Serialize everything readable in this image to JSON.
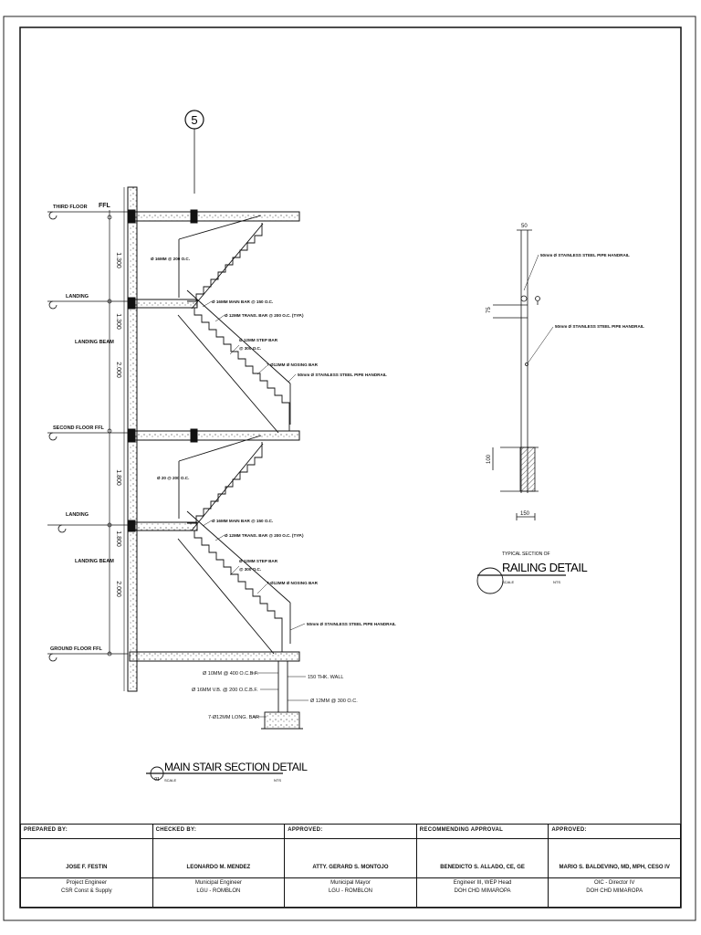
{
  "section_marker": "5",
  "levels": {
    "third_floor": "THIRD FLOOR",
    "ffl": "FFL",
    "landing_upper": "LANDING",
    "landing_beam_upper": "LANDING BEAM",
    "second_floor": "SECOND FLOOR FFL",
    "landing_lower": "LANDING",
    "landing_beam_lower": "LANDING BEAM",
    "ground_floor": "GROUND FLOOR FFL"
  },
  "dims": {
    "d1": "1.300",
    "d2": "1.300",
    "d3": "2.000",
    "d4": "1.800",
    "d5": "1.800",
    "d6": "2.000"
  },
  "notes_upper": {
    "main_bar_top": "Ø 16MM @ 200 O.C.",
    "main_bar": "Ø 16MM MAIN BAR @ 150 O.C.",
    "trans_bar": "Ø 12MM TRANS. BAR @ 200 O.C. (TYP.)",
    "step_bar": "Ø 12MM STEP BAR",
    "step_bar_oc": "@ 300 O.C.",
    "nosing_bar": "7-Ø12MM Ø NOSING BAR",
    "handrail": "50mm Ø STAINLESS STEEL PIPE HANDRAIL"
  },
  "notes_lower": {
    "main_bar_top": "Ø 20 @ 200 O.C.",
    "main_bar": "Ø 16MM MAIN BAR @ 150 O.C.",
    "trans_bar": "Ø 12MM TRANS. BAR @ 200 O.C. (TYP.)",
    "step_bar": "Ø 12MM STEP BAR",
    "step_bar_oc": "@ 300 O.C.",
    "nosing_bar": "7-Ø12MM Ø NOSING BAR",
    "handrail": "50mm Ø STAINLESS STEEL PIPE HANDRAIL"
  },
  "footing_notes": {
    "n1": "Ø 10MM @ 400 O.C.B.F.",
    "n2": "Ø 16MM V.B. @ 200 O.C.B.F.",
    "n3": "7-Ø12MM LONG. BAR",
    "n4": "150 THK. WALL",
    "n5": "Ø 12MM @ 300 O.C."
  },
  "main_title": {
    "title": "MAIN STAIR SECTION DETAIL",
    "number": "01",
    "scale_label": "SCALE",
    "scale_value": "NTS"
  },
  "railing": {
    "dim_top": "50",
    "dim_75": "75",
    "dim_100": "100",
    "dim_150": "150",
    "label1": "50mm Ø STAINLESS STEEL PIPE HANDRAIL",
    "label2": "50mm Ø STAINLESS STEEL PIPE HANDRAIL",
    "subtitle": "TYPICAL SECTION OF",
    "title": "RAILING DETAIL",
    "scale_label": "SCALE",
    "scale_value": "NTS"
  },
  "title_block": [
    {
      "header": "PREPARED BY:",
      "name": "JOSE F. FESTIN",
      "role": "Project Engineer",
      "org": "CSR Const & Supply"
    },
    {
      "header": "CHECKED BY:",
      "name": "LEONARDO M. MENDEZ",
      "role": "Municipal Engineer",
      "org": "LGU - ROMBLON"
    },
    {
      "header": "APPROVED:",
      "name": "ATTY. GERARD S. MONTOJO",
      "role": "Municipal Mayor",
      "org": "LGU - ROMBLON"
    },
    {
      "header": "RECOMMENDING APPROVAL",
      "name": "BENEDICTO S. ALLADO, CE, GE",
      "role": "Engineer III, WEP Head",
      "org": "DOH CHD MIMAROPA"
    },
    {
      "header": "APPROVED:",
      "name": "MARIO S. BALDEVINO, MD, MPH, CESO IV",
      "role": "OIC - Director IV",
      "org": "DOH CHD MIMAROPA"
    }
  ]
}
